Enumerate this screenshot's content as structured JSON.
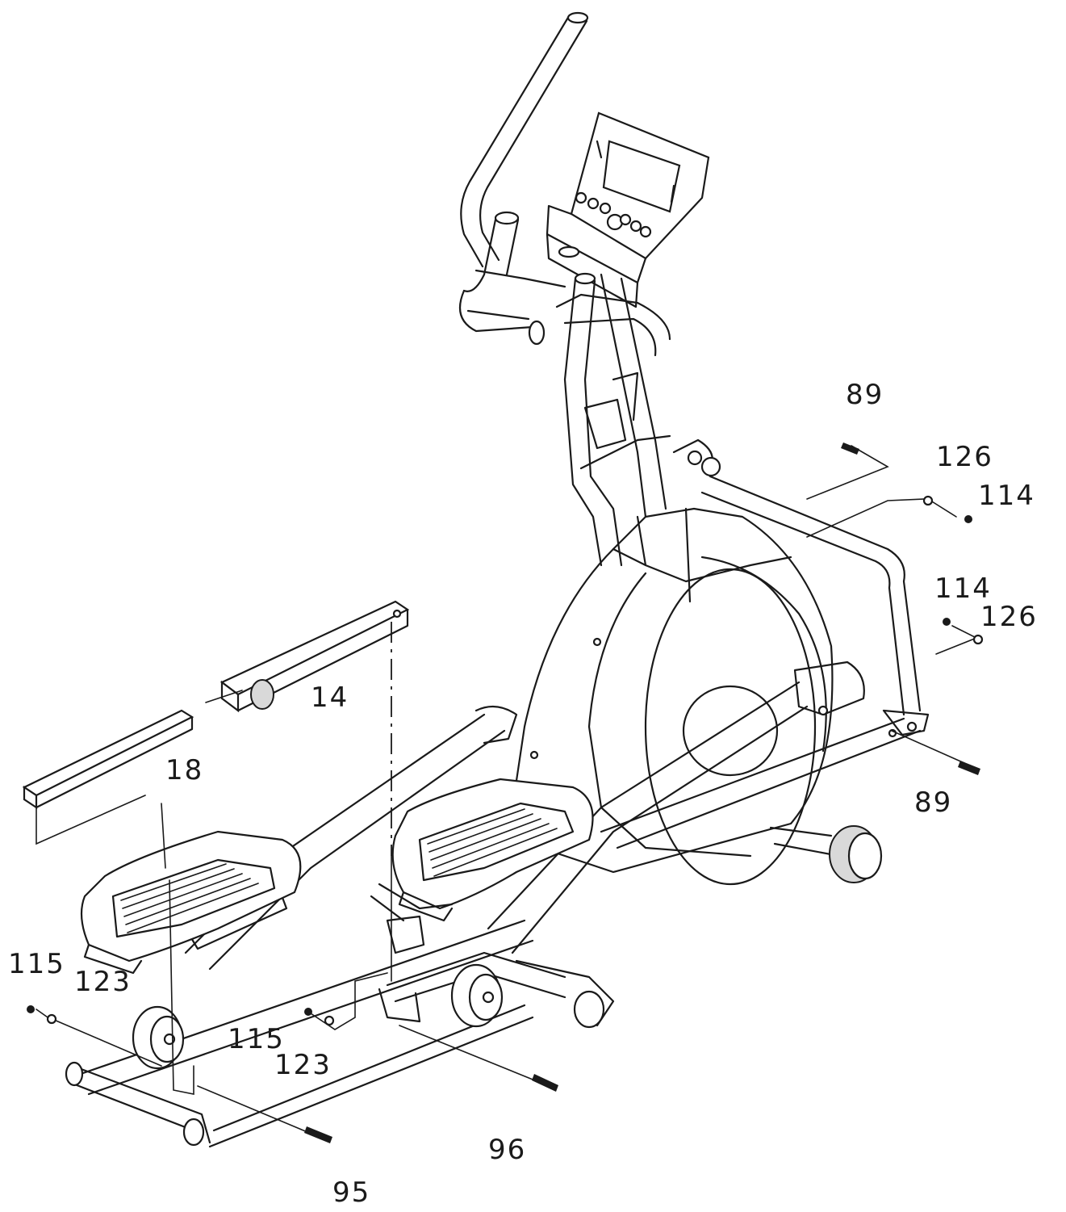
{
  "callouts": [
    {
      "id": "c89a",
      "label": "89"
    },
    {
      "id": "c126a",
      "label": "126"
    },
    {
      "id": "c114a",
      "label": "114"
    },
    {
      "id": "c114b",
      "label": "114"
    },
    {
      "id": "c126b",
      "label": "126"
    },
    {
      "id": "c14",
      "label": "14"
    },
    {
      "id": "c18",
      "label": "18"
    },
    {
      "id": "c89b",
      "label": "89"
    },
    {
      "id": "c115a",
      "label": "115"
    },
    {
      "id": "c123a",
      "label": "123"
    },
    {
      "id": "c115b",
      "label": "115"
    },
    {
      "id": "c123b",
      "label": "123"
    },
    {
      "id": "c96",
      "label": "96"
    },
    {
      "id": "c95",
      "label": "95"
    }
  ]
}
